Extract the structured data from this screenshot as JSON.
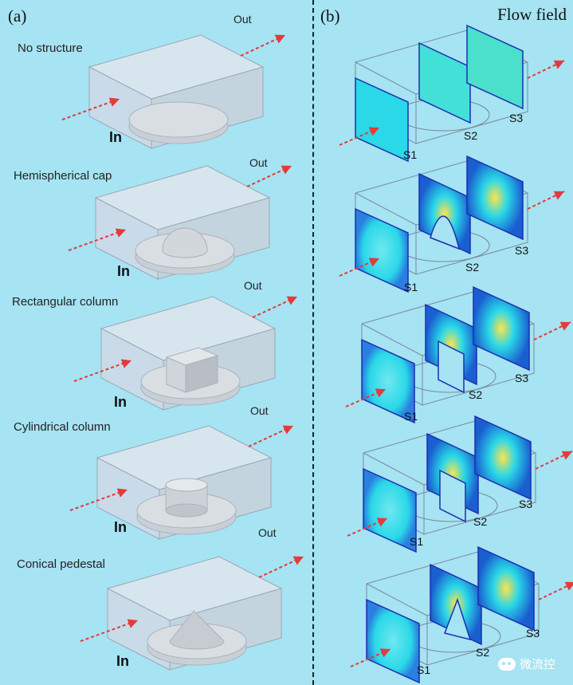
{
  "panel_a": {
    "label": "(a)",
    "in_label": "In",
    "out_label": "Out",
    "cases": [
      {
        "title": "No structure",
        "structure": "none"
      },
      {
        "title": "Hemispherical cap",
        "structure": "hemisphere"
      },
      {
        "title": "Rectangular column",
        "structure": "rect"
      },
      {
        "title": "Cylindrical column",
        "structure": "cylinder"
      },
      {
        "title": "Conical pedestal",
        "structure": "cone"
      }
    ]
  },
  "panel_b": {
    "label": "(b)",
    "title": "Flow field",
    "slice_labels": [
      "S1",
      "S2",
      "S3"
    ]
  },
  "watermark": "微流控",
  "colors": {
    "background": "#a6e3f3",
    "arrow": "#e23b3b",
    "box_fill": "#d8e0e8",
    "flow_low": "#1a5fd0",
    "flow_mid": "#2ad8e8",
    "flow_high": "#ffe34a"
  }
}
